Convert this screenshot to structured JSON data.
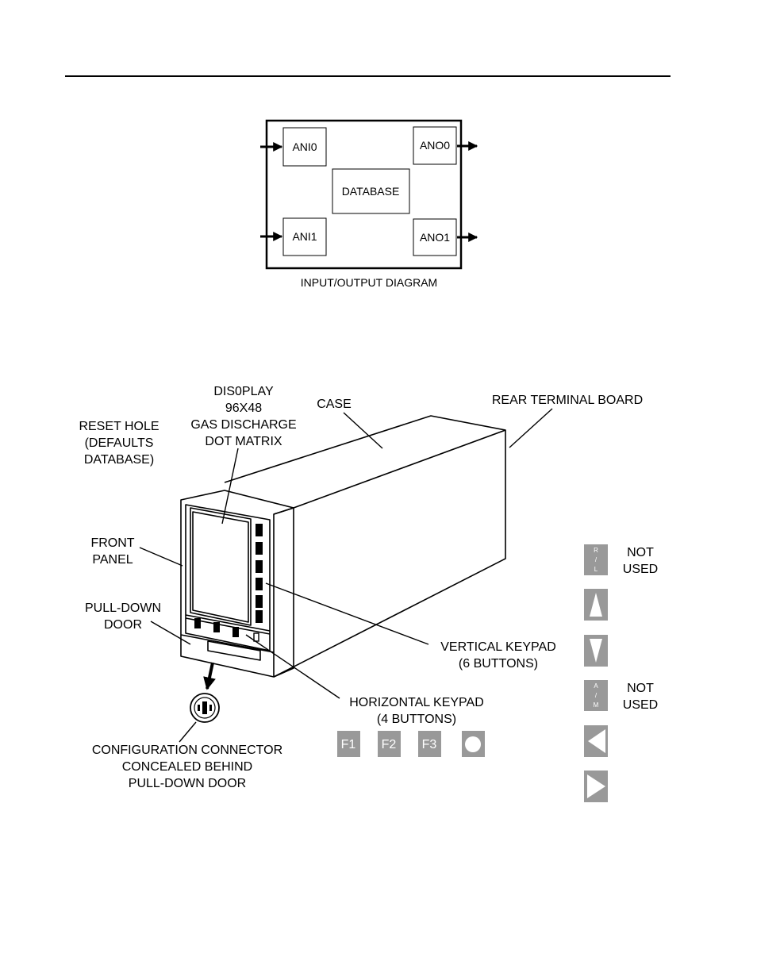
{
  "io_diagram": {
    "caption": "INPUT/OUTPUT DIAGRAM",
    "blocks": {
      "ani0": "ANI0",
      "ani1": "ANI1",
      "ano0": "ANO0",
      "ano1": "ANO1",
      "database": "DATABASE"
    }
  },
  "device_labels": {
    "display": [
      "DIS0PLAY",
      "96X48",
      "GAS DISCHARGE",
      "DOT MATRIX"
    ],
    "case": "CASE",
    "rear_terminal_board": "REAR TERMINAL BOARD",
    "reset_hole": [
      "RESET HOLE",
      "(DEFAULTS",
      "DATABASE)"
    ],
    "front_panel": [
      "FRONT",
      "PANEL"
    ],
    "pull_down_door": [
      "PULL-DOWN",
      "DOOR"
    ],
    "vertical_keypad": [
      "VERTICAL KEYPAD",
      "(6 BUTTONS)"
    ],
    "horizontal_keypad": [
      "HORIZONTAL KEYPAD",
      "(4 BUTTONS)"
    ],
    "configuration_connector": [
      "CONFIGURATION CONNECTOR",
      "CONCEALED BEHIND",
      "PULL-DOWN DOOR"
    ]
  },
  "horizontal_keys": {
    "f1": "F1",
    "f2": "F2",
    "f3": "F3"
  },
  "vertical_keys": {
    "rl": [
      "R",
      "/",
      "L"
    ],
    "am": [
      "A",
      "/",
      "M"
    ],
    "not_used_1": [
      "NOT",
      "USED"
    ],
    "not_used_2": [
      "NOT",
      "USED"
    ]
  },
  "colors": {
    "key_fill": "#999999",
    "line": "#000000"
  }
}
